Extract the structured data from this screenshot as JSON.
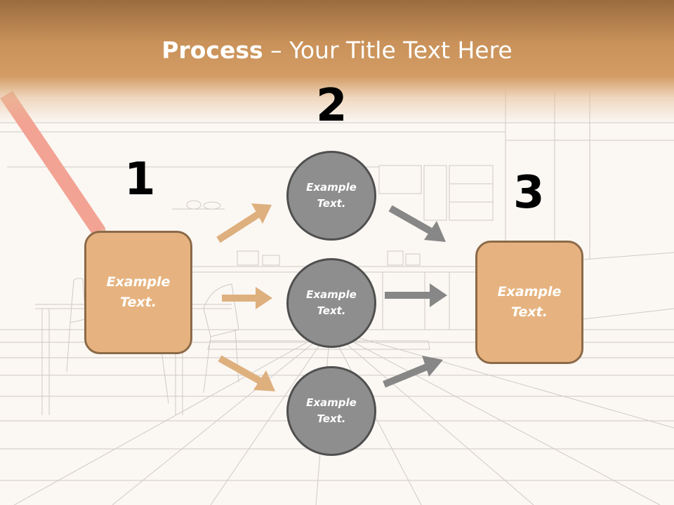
{
  "title": {
    "bold": "Process",
    "rest": " – Your Title Text Here"
  },
  "steps": [
    {
      "number": "1"
    },
    {
      "number": "2"
    },
    {
      "number": "3"
    }
  ],
  "nodes": {
    "left_box": {
      "line1": "Example",
      "line2": "Text."
    },
    "circle_top": {
      "line1": "Example",
      "line2": "Text."
    },
    "circle_mid": {
      "line1": "Example",
      "line2": "Text."
    },
    "circle_bot": {
      "line1": "Example",
      "line2": "Text."
    },
    "right_box": {
      "line1": "Example",
      "line2": "Text."
    }
  },
  "colors": {
    "box_fill": "#e6b380",
    "box_border": "#8c6a48",
    "circle_fill": "#8e8e8e",
    "circle_border": "#4f4f4f",
    "arrow_tan": "#deb07e",
    "arrow_gray": "#878787",
    "header": "#c9925a"
  }
}
